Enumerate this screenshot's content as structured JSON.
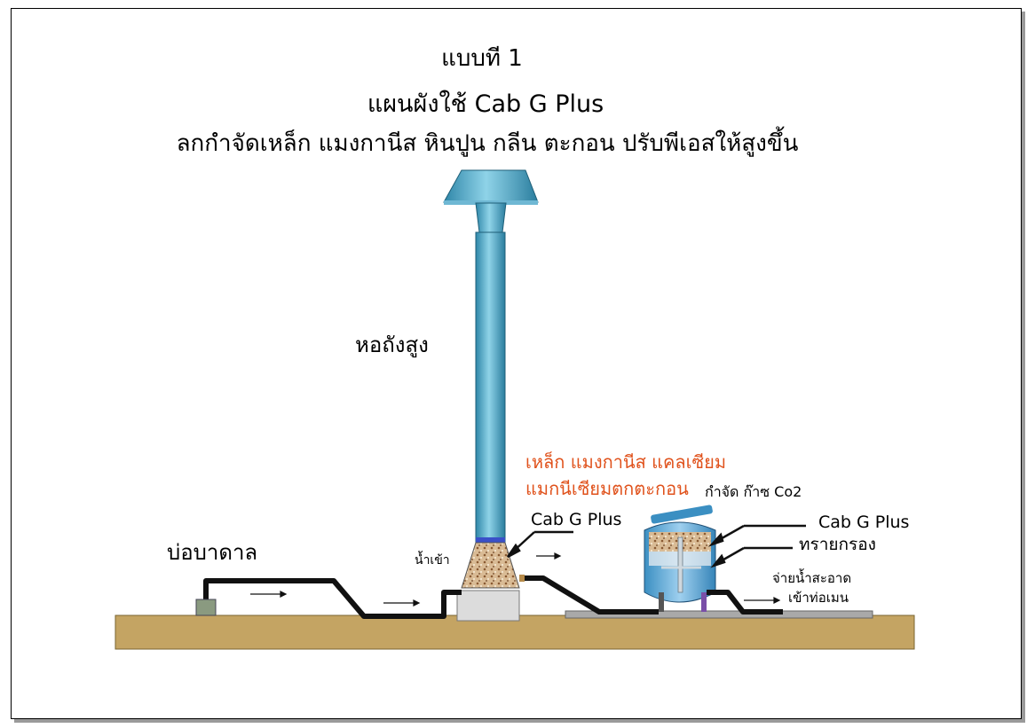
{
  "title": {
    "line1": "แบบที 1",
    "line2": "แผนผังใช้  Cab G Plus",
    "line3": "ลกกำจัดเหล็ก แมงกานีส หินปูน กลีน ตะกอน ปรับพีเอสให้สูงขึ้น"
  },
  "labels": {
    "tower": "หอถังสูง",
    "well": "บ่อบาดาล",
    "inlet": "น้ำเข้า",
    "precipitate_line1": "เหล็ก แมงกานีส แคลเซียม",
    "precipitate_line2": "แมกนีเซียมตกตะกอน",
    "co2": "กำจัด ก๊าซ Co2",
    "cab_tower": "Cab G Plus",
    "cab_filter": "Cab G Plus",
    "sand": "ทรายกรอง",
    "supply_line1": "จ่ายน้ำสะอาด",
    "supply_line2": "เข้าท่อเมน"
  },
  "colors": {
    "ground": "#c4a463",
    "pipe": "#111111",
    "tower": "#4fa9c9",
    "media": "#c9a07a",
    "accent_text": "#e0521c"
  }
}
